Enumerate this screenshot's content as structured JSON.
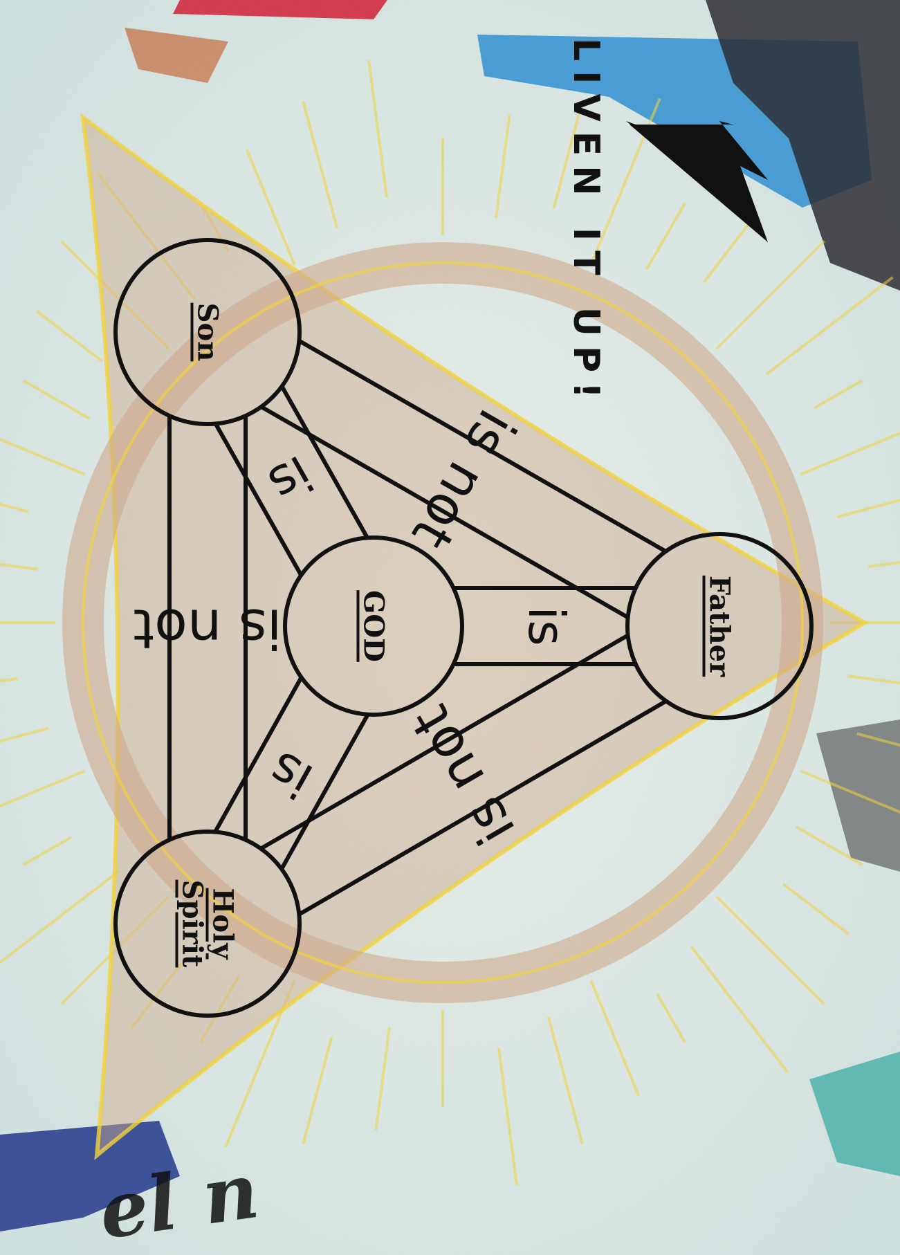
{
  "poster": {
    "tagline": "LIVEN IT UP!",
    "fragment_text": "el n",
    "colors": {
      "background": "#dfe9e4",
      "trinity_knot": "#cfa98a",
      "knot_outline": "#f2d23a",
      "line": "#111111",
      "tape_red": "#d23b4d",
      "tape_blue": "#2f8fd1",
      "tape_navy": "#2a3f8f"
    }
  },
  "diagram": {
    "center": {
      "label": "GOD"
    },
    "persons": [
      {
        "id": "son",
        "lines": [
          "Son"
        ]
      },
      {
        "id": "father",
        "lines": [
          "Father"
        ]
      },
      {
        "id": "spirit",
        "lines": [
          "Holy",
          "Spirit"
        ]
      }
    ],
    "links": [
      {
        "id": "god-father",
        "label": "is"
      },
      {
        "id": "god-son",
        "label": "is"
      },
      {
        "id": "god-spirit",
        "label": "is"
      },
      {
        "id": "son-father",
        "label": "is not"
      },
      {
        "id": "father-spirit",
        "label": "is not"
      },
      {
        "id": "son-spirit",
        "label": "is not"
      }
    ]
  }
}
